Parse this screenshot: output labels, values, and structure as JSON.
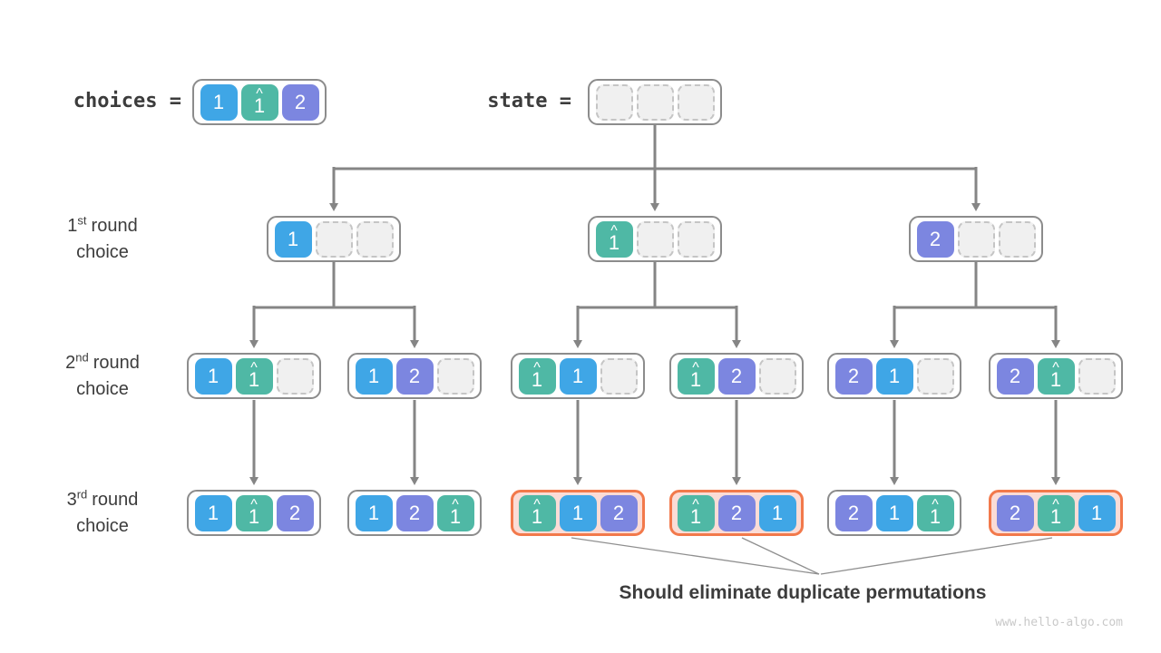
{
  "labels": {
    "choices": "choices =",
    "state": "state ="
  },
  "rounds": [
    {
      "ordinal": "1",
      "suffix": "st",
      "word": "round",
      "line2": "choice"
    },
    {
      "ordinal": "2",
      "suffix": "nd",
      "word": "round",
      "line2": "choice"
    },
    {
      "ordinal": "3",
      "suffix": "rd",
      "word": "round",
      "line2": "choice"
    }
  ],
  "caption": "Should eliminate duplicate permutations",
  "watermark": "www.hello-algo.com",
  "cell_styles": {
    "1": {
      "label": "1",
      "color": "#3fa6e6"
    },
    "1h": {
      "label": "1",
      "hat": "^",
      "color": "#4fb8a5"
    },
    "2": {
      "label": "2",
      "color": "#7c86e0"
    }
  },
  "colors": {
    "connector": "#858585",
    "leader": "#8f8f8f",
    "node_border": "#8c8c8c",
    "duplicate_border": "#f2794b",
    "duplicate_fill": "#fbdcd6",
    "empty_cell_fill": "#f0f0f0",
    "empty_cell_border": "#c5c5c5",
    "text_dark": "#3c3c3c"
  },
  "nodes": {
    "choices": {
      "cells": [
        "1",
        "1h",
        "2"
      ]
    },
    "state": {
      "cells": [
        "",
        "",
        ""
      ]
    },
    "r1c1": {
      "cells": [
        "1",
        "",
        ""
      ]
    },
    "r1c2": {
      "cells": [
        "1h",
        "",
        ""
      ]
    },
    "r1c3": {
      "cells": [
        "2",
        "",
        ""
      ]
    },
    "r2c1": {
      "cells": [
        "1",
        "1h",
        ""
      ]
    },
    "r2c2": {
      "cells": [
        "1",
        "2",
        ""
      ]
    },
    "r2c3": {
      "cells": [
        "1h",
        "1",
        ""
      ]
    },
    "r2c4": {
      "cells": [
        "1h",
        "2",
        ""
      ]
    },
    "r2c5": {
      "cells": [
        "2",
        "1",
        ""
      ]
    },
    "r2c6": {
      "cells": [
        "2",
        "1h",
        ""
      ]
    },
    "r3c1": {
      "cells": [
        "1",
        "1h",
        "2"
      ]
    },
    "r3c2": {
      "cells": [
        "1",
        "2",
        "1h"
      ]
    },
    "r3c3": {
      "cells": [
        "1h",
        "1",
        "2"
      ],
      "duplicate": true
    },
    "r3c4": {
      "cells": [
        "1h",
        "2",
        "1"
      ],
      "duplicate": true
    },
    "r3c5": {
      "cells": [
        "2",
        "1",
        "1h"
      ]
    },
    "r3c6": {
      "cells": [
        "2",
        "1h",
        "1"
      ],
      "duplicate": true
    }
  }
}
